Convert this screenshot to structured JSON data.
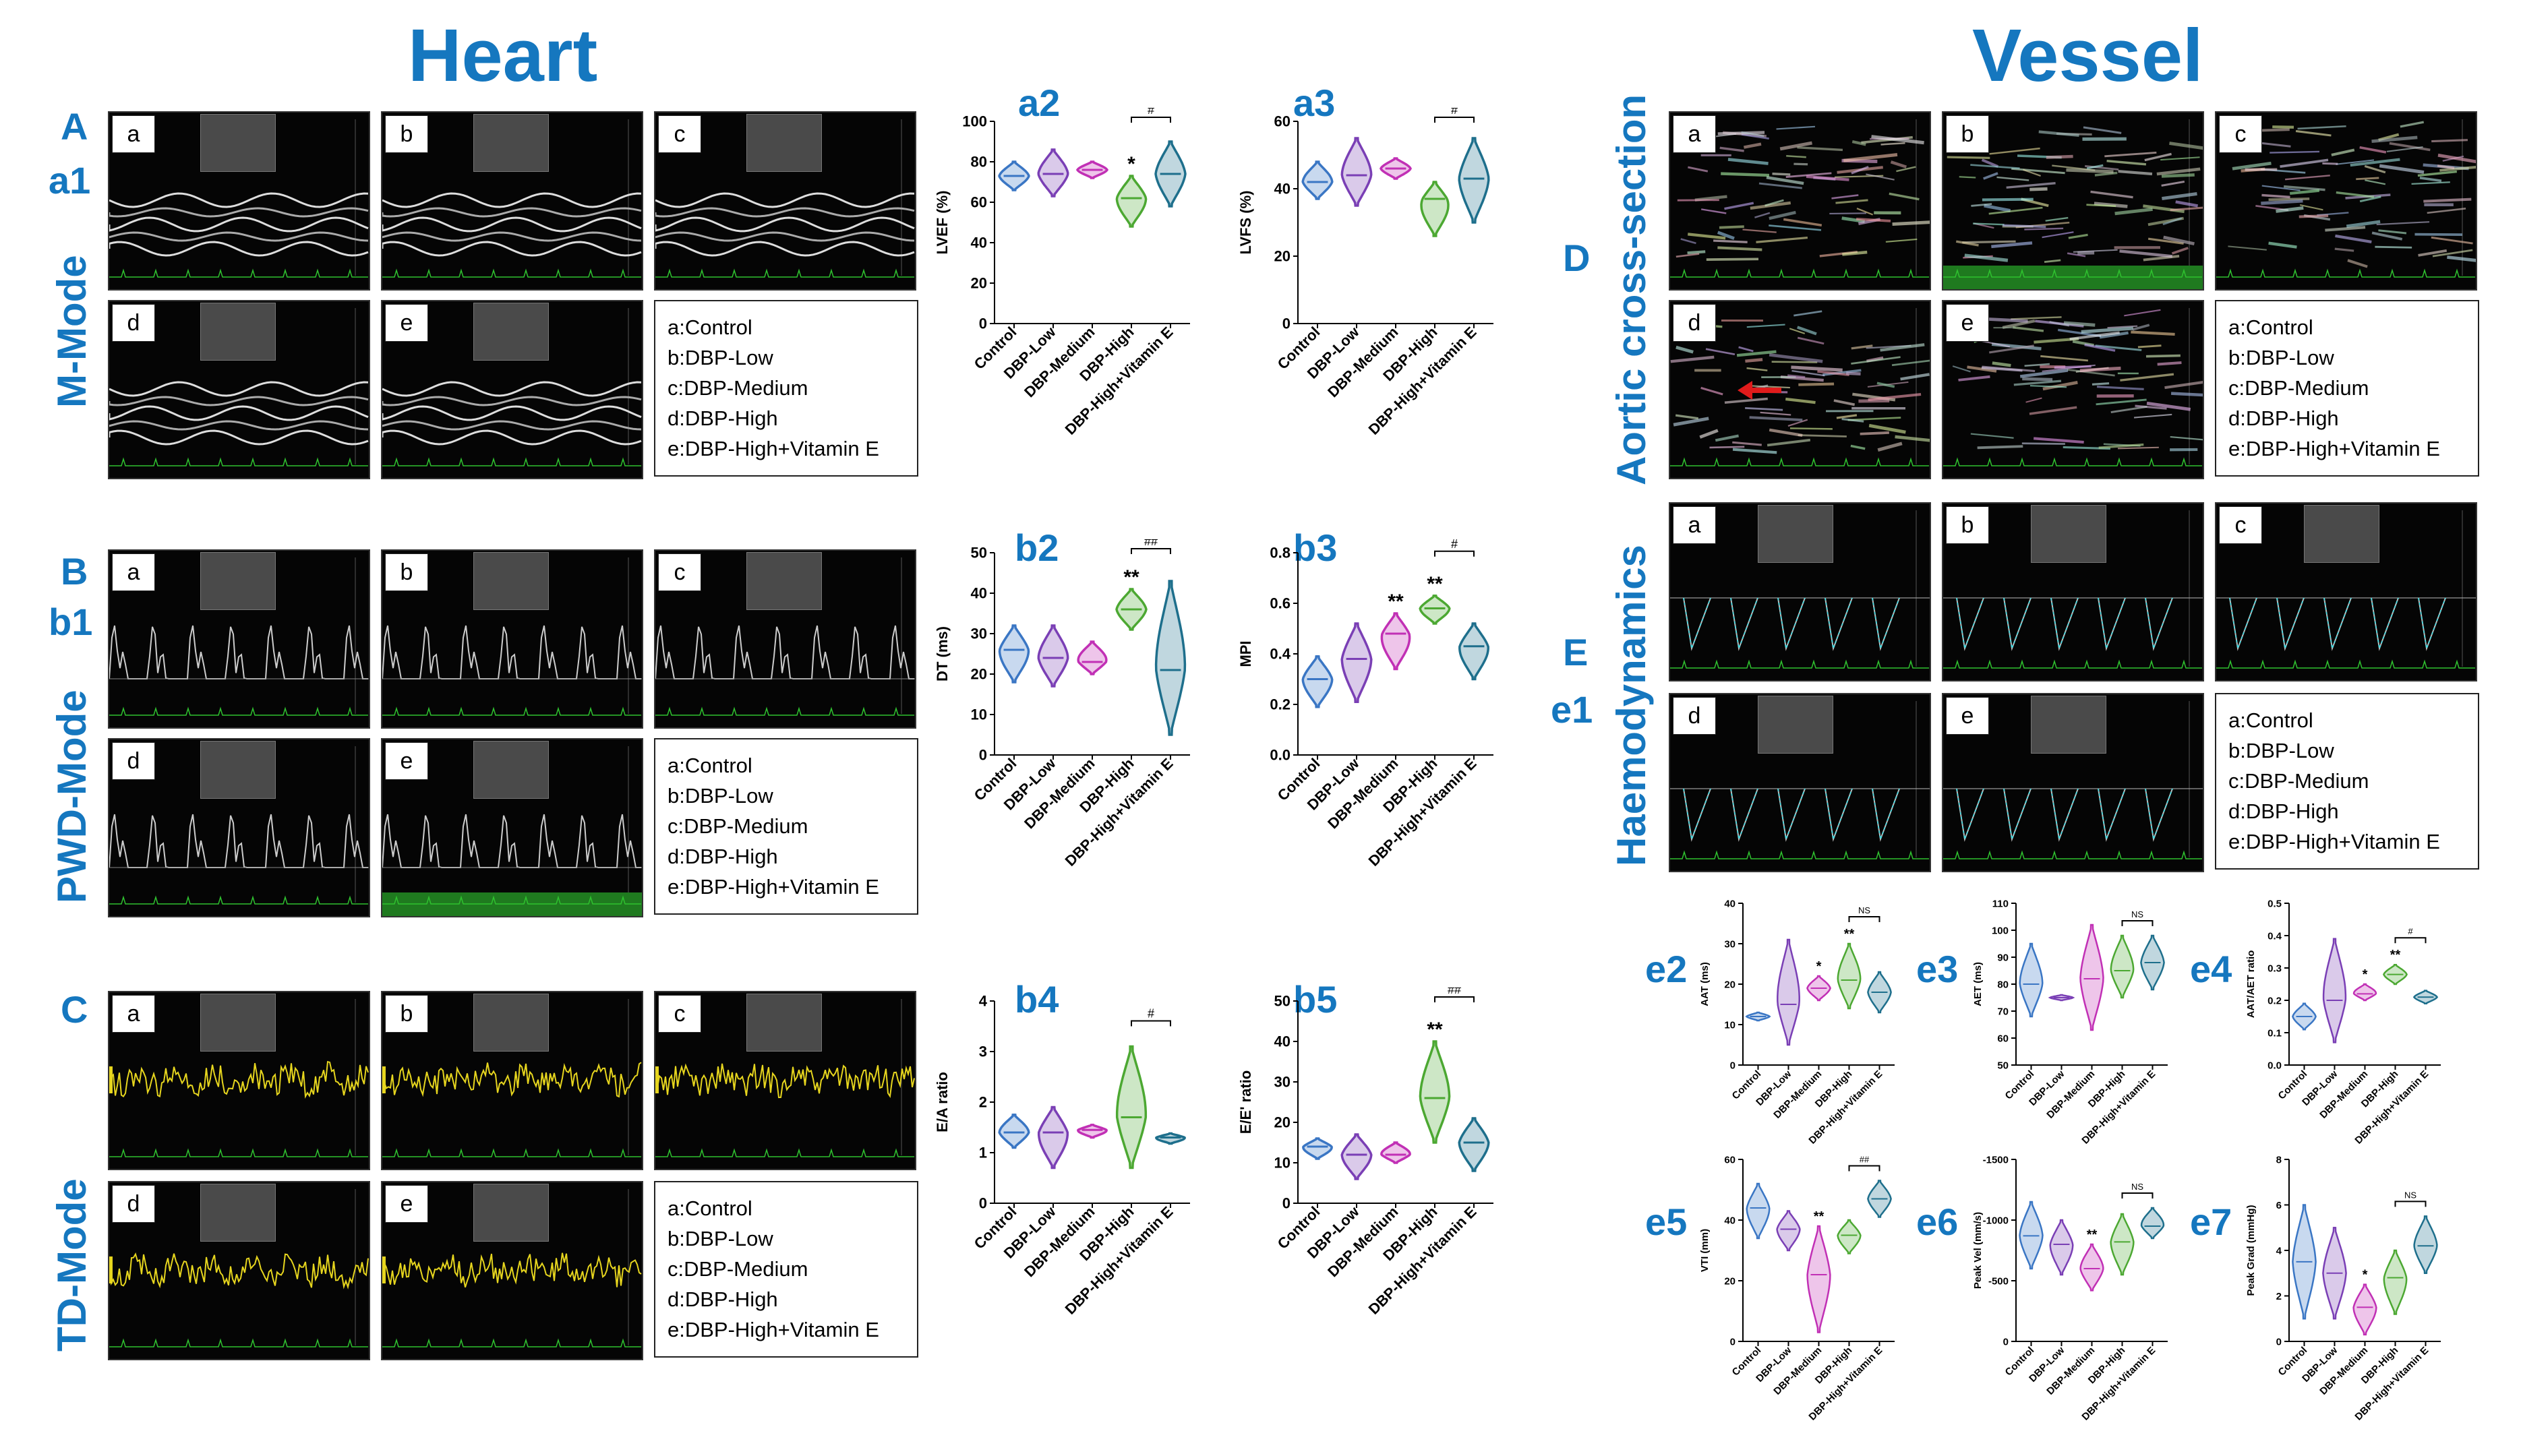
{
  "titles": {
    "heart": "Heart",
    "vessel": "Vessel"
  },
  "section_labels": {
    "A": "A",
    "a1": "a1",
    "B": "B",
    "b1": "b1",
    "C": "C",
    "D": "D",
    "E": "E",
    "e1": "e1"
  },
  "mode_labels": {
    "m_mode": "M-Mode",
    "pwd_mode": "PWD-Mode",
    "td_mode": "TD-Mode",
    "aortic": "Aortic cross-section",
    "haemo": "Haemodynamics"
  },
  "panel_tags": [
    "a",
    "b",
    "c",
    "d",
    "e"
  ],
  "legend": [
    "a:Control",
    "b:DBP-Low",
    "c:DBP-Medium",
    "d:DBP-High",
    "e:DBP-High+Vitamin E"
  ],
  "group_colors": [
    "#3a76c4",
    "#7a3fb5",
    "#c130b5",
    "#4ca832",
    "#1e6f8c"
  ],
  "chart_labels": {
    "a2": "a2",
    "a3": "a3",
    "b2": "b2",
    "b3": "b3",
    "b4": "b4",
    "b5": "b5",
    "e2": "e2",
    "e3": "e3",
    "e4": "e4",
    "e5": "e5",
    "e6": "e6",
    "e7": "e7"
  },
  "chart_data": [
    {
      "id": "a2",
      "type": "violin",
      "ylabel": "LVEF (%)",
      "ylim": [
        0,
        100
      ],
      "yticks": [
        0,
        20,
        40,
        60,
        80,
        100
      ],
      "categories": [
        "Control",
        "DBP-Low",
        "DBP-Medium",
        "DBP-High",
        "DBP-High+Vitamin E"
      ],
      "medians": [
        73,
        74,
        76,
        62,
        74
      ],
      "ranges": [
        [
          66,
          80
        ],
        [
          63,
          86
        ],
        [
          72,
          80
        ],
        [
          48,
          73
        ],
        [
          58,
          90
        ]
      ],
      "sig": [
        "",
        "",
        "",
        "*",
        ""
      ],
      "bracket": {
        "from": 3,
        "to": 4,
        "label": "#"
      }
    },
    {
      "id": "a3",
      "type": "violin",
      "ylabel": "LVFS (%)",
      "ylim": [
        0,
        60
      ],
      "yticks": [
        0,
        20,
        40,
        60
      ],
      "categories": [
        "Control",
        "DBP-Low",
        "DBP-Medium",
        "DBP-High",
        "DBP-High+Vitamin E"
      ],
      "medians": [
        42,
        44,
        46,
        37,
        43
      ],
      "ranges": [
        [
          37,
          48
        ],
        [
          35,
          55
        ],
        [
          43,
          49
        ],
        [
          26,
          42
        ],
        [
          30,
          55
        ]
      ],
      "sig": [
        "",
        "",
        "",
        "",
        ""
      ],
      "bracket": {
        "from": 3,
        "to": 4,
        "label": "#"
      }
    },
    {
      "id": "b2",
      "type": "violin",
      "ylabel": "DT (ms)",
      "ylim": [
        0,
        50
      ],
      "yticks": [
        0,
        10,
        20,
        30,
        40,
        50
      ],
      "categories": [
        "Control",
        "DBP-Low",
        "DBP-Medium",
        "DBP-High",
        "DBP-High+Vitamin E"
      ],
      "medians": [
        26,
        24,
        23,
        36,
        21
      ],
      "ranges": [
        [
          18,
          32
        ],
        [
          17,
          32
        ],
        [
          20,
          28
        ],
        [
          31,
          41
        ],
        [
          5,
          43
        ]
      ],
      "sig": [
        "",
        "",
        "",
        "**",
        ""
      ],
      "bracket": {
        "from": 3,
        "to": 4,
        "label": "##"
      }
    },
    {
      "id": "b3",
      "type": "violin",
      "ylabel": "MPI",
      "ylim": [
        0,
        0.8
      ],
      "yticks": [
        0.0,
        0.2,
        0.4,
        0.6,
        0.8
      ],
      "categories": [
        "Control",
        "DBP-Low",
        "DBP-Medium",
        "DBP-High",
        "DBP-High+Vitamin E"
      ],
      "medians": [
        0.3,
        0.38,
        0.48,
        0.58,
        0.43
      ],
      "ranges": [
        [
          0.19,
          0.39
        ],
        [
          0.21,
          0.52
        ],
        [
          0.34,
          0.56
        ],
        [
          0.52,
          0.63
        ],
        [
          0.3,
          0.52
        ]
      ],
      "sig": [
        "",
        "",
        "**",
        "**",
        ""
      ],
      "bracket": {
        "from": 3,
        "to": 4,
        "label": "#"
      }
    },
    {
      "id": "b4",
      "type": "violin",
      "ylabel": "E/A ratio",
      "ylim": [
        0,
        4
      ],
      "yticks": [
        0,
        1,
        2,
        3,
        4
      ],
      "categories": [
        "Control",
        "DBP-Low",
        "DBP-Medium",
        "DBP-High",
        "DBP-High+Vitamin E"
      ],
      "medians": [
        1.4,
        1.4,
        1.45,
        1.7,
        1.3
      ],
      "ranges": [
        [
          1.1,
          1.75
        ],
        [
          0.7,
          1.9
        ],
        [
          1.3,
          1.55
        ],
        [
          0.7,
          3.1
        ],
        [
          1.18,
          1.38
        ]
      ],
      "sig": [
        "",
        "",
        "",
        "",
        ""
      ],
      "bracket": {
        "from": 3,
        "to": 4,
        "label": "#"
      }
    },
    {
      "id": "b5",
      "type": "violin",
      "ylabel": "E/E' ratio",
      "ylim": [
        0,
        50
      ],
      "yticks": [
        0,
        10,
        20,
        30,
        40,
        50
      ],
      "categories": [
        "Control",
        "DBP-Low",
        "DBP-Medium",
        "DBP-High",
        "DBP-High+Vitamin E"
      ],
      "medians": [
        14,
        12,
        12,
        26,
        15
      ],
      "ranges": [
        [
          11,
          16
        ],
        [
          6,
          17
        ],
        [
          10,
          15
        ],
        [
          15,
          40
        ],
        [
          8,
          21
        ]
      ],
      "sig": [
        "",
        "",
        "",
        "**",
        ""
      ],
      "bracket": {
        "from": 3,
        "to": 4,
        "label": "##"
      }
    },
    {
      "id": "e2",
      "type": "violin",
      "ylabel": "AAT (ms)",
      "ylim": [
        0,
        40
      ],
      "yticks": [
        0,
        10,
        20,
        30,
        40
      ],
      "categories": [
        "Control",
        "DBP-Low",
        "DBP-Medium",
        "DBP-High",
        "DBP-High+Vitamin E"
      ],
      "medians": [
        12,
        15,
        19,
        21,
        18
      ],
      "ranges": [
        [
          11,
          13
        ],
        [
          5,
          31
        ],
        [
          16,
          22
        ],
        [
          14,
          30
        ],
        [
          13,
          23
        ]
      ],
      "sig": [
        "",
        "",
        "*",
        "**",
        ""
      ],
      "bracket": {
        "from": 3,
        "to": 4,
        "label": "NS"
      }
    },
    {
      "id": "e3",
      "type": "violin",
      "ylabel": "AET (ms)",
      "ylim": [
        50,
        110
      ],
      "yticks": [
        50,
        60,
        70,
        80,
        90,
        100,
        110
      ],
      "categories": [
        "Control",
        "DBP-Low",
        "DBP-Medium",
        "DBP-High",
        "DBP-High+Vitamin E"
      ],
      "medians": [
        80,
        75,
        82,
        85,
        88
      ],
      "ranges": [
        [
          68,
          95
        ],
        [
          74,
          76
        ],
        [
          63,
          102
        ],
        [
          75,
          98
        ],
        [
          78,
          98
        ]
      ],
      "sig": [
        "",
        "",
        "",
        "",
        ""
      ],
      "bracket": {
        "from": 3,
        "to": 4,
        "label": "NS"
      }
    },
    {
      "id": "e4",
      "type": "violin",
      "ylabel": "AAT/AET ratio",
      "ylim": [
        0,
        0.5
      ],
      "yticks": [
        0.0,
        0.1,
        0.2,
        0.3,
        0.4,
        0.5
      ],
      "categories": [
        "Control",
        "DBP-Low",
        "DBP-Medium",
        "DBP-High",
        "DBP-High+Vitamin E"
      ],
      "medians": [
        0.15,
        0.2,
        0.22,
        0.28,
        0.21
      ],
      "ranges": [
        [
          0.11,
          0.19
        ],
        [
          0.07,
          0.39
        ],
        [
          0.2,
          0.25
        ],
        [
          0.25,
          0.31
        ],
        [
          0.19,
          0.23
        ]
      ],
      "sig": [
        "",
        "",
        "*",
        "**",
        ""
      ],
      "bracket": {
        "from": 3,
        "to": 4,
        "label": "#"
      }
    },
    {
      "id": "e5",
      "type": "violin",
      "ylabel": "VTI (mm)",
      "ylim": [
        0,
        60
      ],
      "yticks": [
        0,
        20,
        40,
        60
      ],
      "categories": [
        "Control",
        "DBP-Low",
        "DBP-Medium",
        "DBP-High",
        "DBP-High+Vitamin E"
      ],
      "medians": [
        44,
        37,
        22,
        35,
        47
      ],
      "ranges": [
        [
          34,
          52
        ],
        [
          30,
          43
        ],
        [
          3,
          38
        ],
        [
          29,
          40
        ],
        [
          41,
          53
        ]
      ],
      "sig": [
        "",
        "",
        "**",
        "",
        ""
      ],
      "bracket": {
        "from": 3,
        "to": 4,
        "label": "##"
      }
    },
    {
      "id": "e6",
      "type": "violin",
      "ylabel": "Peak Vel (mm/s)",
      "ylim": [
        0,
        -1500
      ],
      "yticks": [
        0,
        -500,
        -1000,
        -1500
      ],
      "categories": [
        "Control",
        "DBP-Low",
        "DBP-Medium",
        "DBP-High",
        "DBP-High+Vitamin E"
      ],
      "medians": [
        -870,
        -800,
        -600,
        -820,
        -950
      ],
      "ranges": [
        [
          -600,
          -1150
        ],
        [
          -550,
          -1000
        ],
        [
          -420,
          -800
        ],
        [
          -550,
          -1050
        ],
        [
          -850,
          -1100
        ]
      ],
      "sig": [
        "",
        "",
        "**",
        "",
        ""
      ],
      "bracket": {
        "from": 3,
        "to": 4,
        "label": "NS"
      }
    },
    {
      "id": "e7",
      "type": "violin",
      "ylabel": "Peak Grad (mmHg)",
      "ylim": [
        0,
        8
      ],
      "yticks": [
        0,
        2,
        4,
        6,
        8
      ],
      "categories": [
        "Control",
        "DBP-Low",
        "DBP-Medium",
        "DBP-High",
        "DBP-High+Vitamin E"
      ],
      "medians": [
        3.5,
        3,
        1.5,
        2.8,
        4.2
      ],
      "ranges": [
        [
          1,
          6
        ],
        [
          1,
          5
        ],
        [
          0.3,
          2.5
        ],
        [
          1.2,
          4
        ],
        [
          3,
          5.5
        ]
      ],
      "sig": [
        "",
        "",
        "*",
        "",
        ""
      ],
      "bracket": {
        "from": 3,
        "to": 4,
        "label": "NS"
      }
    }
  ]
}
